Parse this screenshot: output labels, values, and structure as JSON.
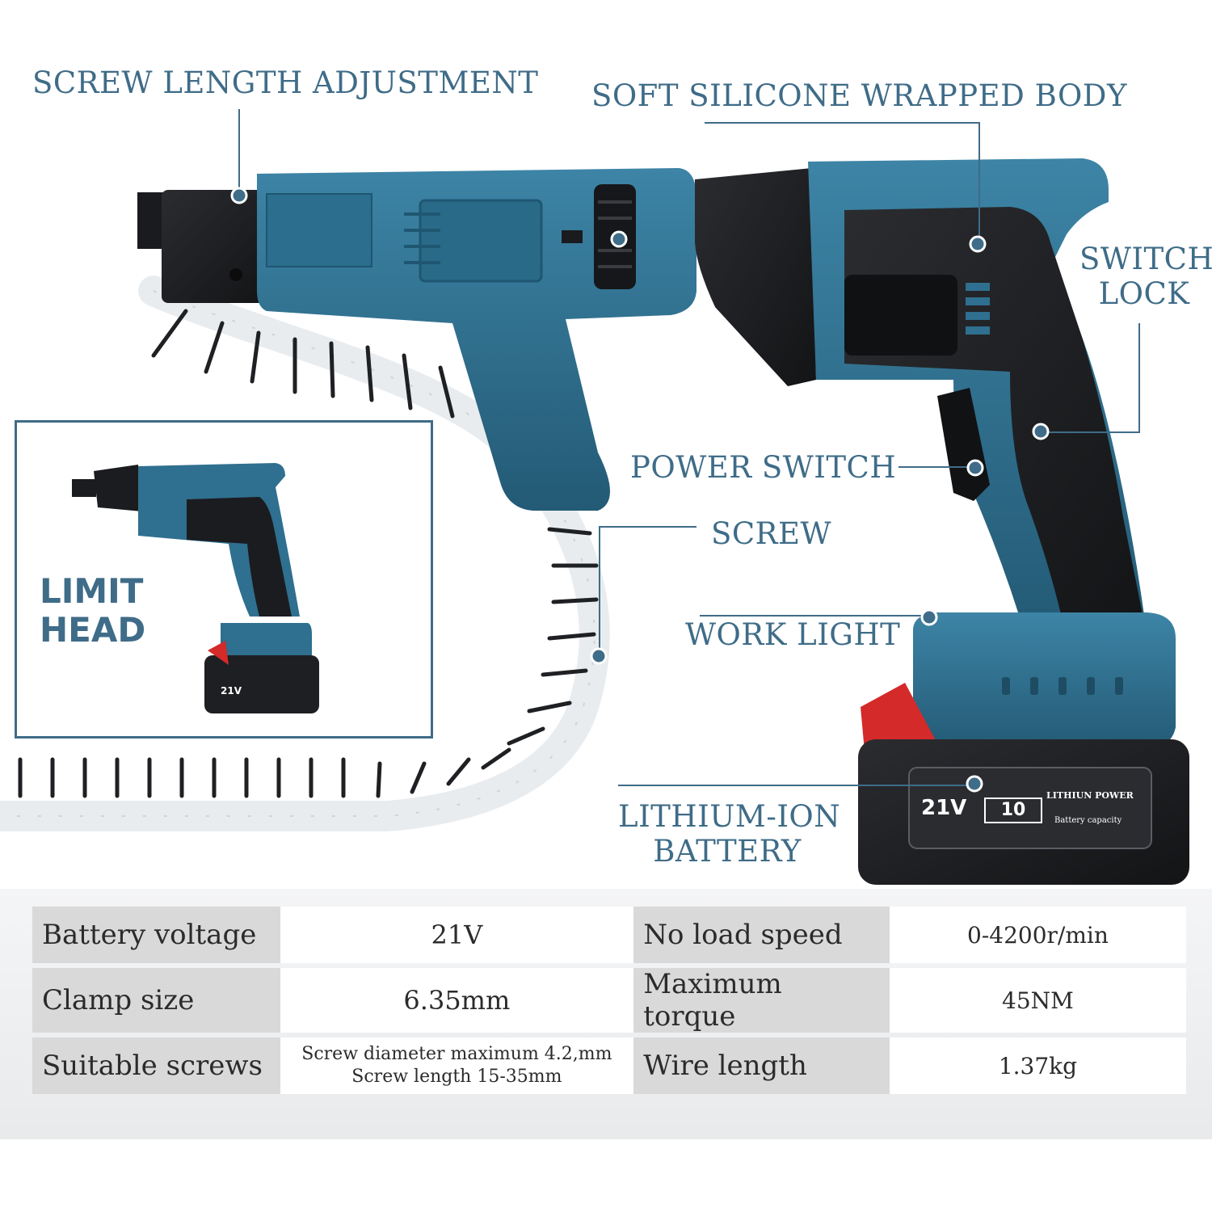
{
  "callouts": {
    "screw_length_adjustment": "SCREW LENGTH ADJUSTMENT",
    "soft_body": "SOFT SILICONE WRAPPED BODY",
    "switch_lock_1": "SWITCH",
    "switch_lock_2": "LOCK",
    "power_switch": "POWER SWITCH",
    "screw": "SCREW",
    "work_light": "WORK LIGHT",
    "battery_1": "LITHIUM-ION",
    "battery_2": "BATTERY"
  },
  "inset": {
    "label_1": "LIMIT",
    "label_2": "HEAD"
  },
  "battery_badge": {
    "voltage": "21V",
    "capacity": "10",
    "brand": "LITHIUN POWER",
    "note": "Battery capacity"
  },
  "inset_badge": {
    "voltage": "21V"
  },
  "specs": [
    {
      "k1": "Battery voltage",
      "v1": "21V",
      "k2": "No load speed",
      "v2": "0-4200r/min"
    },
    {
      "k1": "Clamp size",
      "v1": "6.35mm",
      "k2": "Maximum torque",
      "v2": "45NM"
    },
    {
      "k1": "Suitable screws",
      "v1a": "Screw diameter maximum 4.2,mm",
      "v1b": "Screw length 15-35mm",
      "k2": "Wire length",
      "v2": "1.37kg"
    }
  ],
  "colors": {
    "tool_blue": "#2f6f8f",
    "accent_text": "#3f6c88",
    "dark": "#1e1f22",
    "battery_red": "#d42a2a"
  }
}
